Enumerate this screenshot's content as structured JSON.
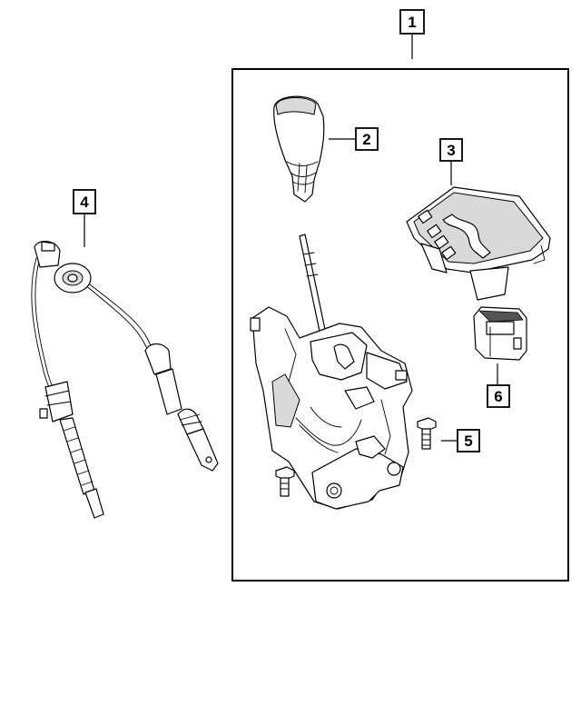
{
  "callouts": [
    {
      "id": "1",
      "label": "1"
    },
    {
      "id": "2",
      "label": "2"
    },
    {
      "id": "3",
      "label": "3"
    },
    {
      "id": "4",
      "label": "4"
    },
    {
      "id": "5",
      "label": "5"
    },
    {
      "id": "6",
      "label": "6"
    }
  ],
  "colors": {
    "line": "#000000",
    "background": "#ffffff",
    "shade": "#d9d9d9"
  }
}
